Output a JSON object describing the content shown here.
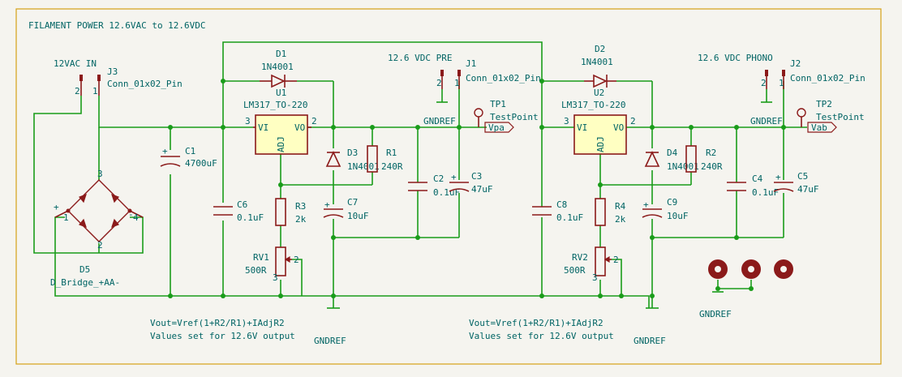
{
  "title": "FILAMENT POWER 12.6VAC to 12.6VDC",
  "labels": {
    "in_label": "12VAC IN",
    "pre_label": "12.6 VDC PRE",
    "phono_label": "12.6 VDC PHONO",
    "gnd": "GNDREF",
    "formula1": "Vout=Vref(1+R2/R1)+IAdjR2",
    "formula2": "Values set for 12.6V output",
    "vi": "VI",
    "vo": "VO",
    "adj": "ADJ"
  },
  "components": {
    "J3": {
      "ref": "J3",
      "val": "Conn_01x02_Pin"
    },
    "J1": {
      "ref": "J1",
      "val": "Conn_01x02_Pin"
    },
    "J2": {
      "ref": "J2",
      "val": "Conn_01x02_Pin"
    },
    "D1": {
      "ref": "D1",
      "val": "1N4001"
    },
    "D2": {
      "ref": "D2",
      "val": "1N4001"
    },
    "U1": {
      "ref": "U1",
      "val": "LM317_TO-220"
    },
    "U2": {
      "ref": "U2",
      "val": "LM317_TO-220"
    },
    "C1": {
      "ref": "C1",
      "val": "4700uF"
    },
    "C2": {
      "ref": "C2",
      "val": "0.1uF"
    },
    "C3": {
      "ref": "C3",
      "val": "47uF"
    },
    "C4": {
      "ref": "C4",
      "val": "0.1uF"
    },
    "C5": {
      "ref": "C5",
      "val": "47uF"
    },
    "C6": {
      "ref": "C6",
      "val": "0.1uF"
    },
    "C7": {
      "ref": "C7",
      "val": "10uF"
    },
    "C8": {
      "ref": "C8",
      "val": "0.1uF"
    },
    "C9": {
      "ref": "C9",
      "val": "10uF"
    },
    "D3": {
      "ref": "D3",
      "val": "1N4001"
    },
    "D4": {
      "ref": "D4",
      "val": "1N4001"
    },
    "R1": {
      "ref": "R1",
      "val": "240R"
    },
    "R2": {
      "ref": "R2",
      "val": "240R"
    },
    "R3": {
      "ref": "R3",
      "val": "2k"
    },
    "R4": {
      "ref": "R4",
      "val": "2k"
    },
    "RV1": {
      "ref": "RV1",
      "val": "500R"
    },
    "RV2": {
      "ref": "RV2",
      "val": "500R"
    },
    "D5": {
      "ref": "D5",
      "val": "D_Bridge_+AA-"
    },
    "TP1": {
      "ref": "TP1",
      "val": "TestPoint"
    },
    "TP2": {
      "ref": "TP2",
      "val": "TestPoint"
    }
  },
  "net_labels": {
    "tp1": "Vpa",
    "tp2": "Vab"
  },
  "pins": {
    "one": "1",
    "two": "2",
    "three": "3",
    "four": "4",
    "plus": "+",
    "minus": "-"
  },
  "colors": {
    "wire": "#1a9c1a",
    "component": "#8b1a1a",
    "text": "#006464",
    "body": "#ffffc2",
    "border": "#d4a017"
  }
}
